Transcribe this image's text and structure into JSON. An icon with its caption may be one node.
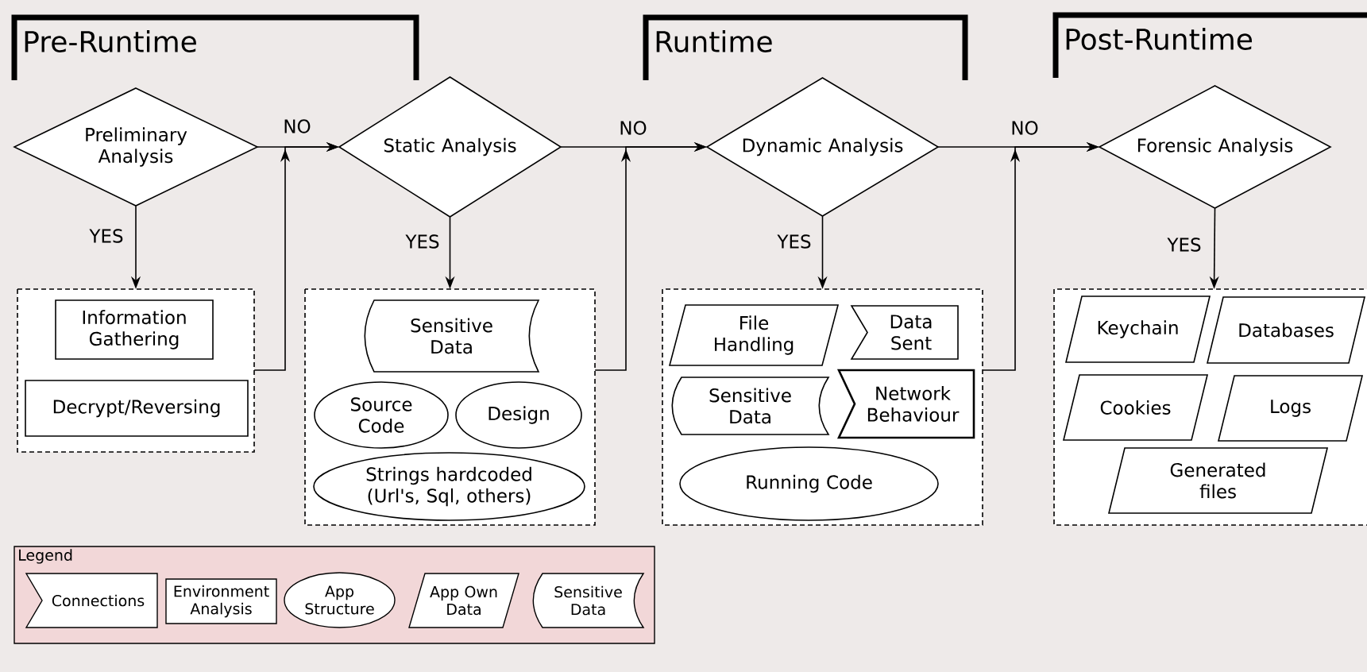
{
  "diagram": {
    "nodes": [
      {
        "text": [
          "Preliminary Analysis"
        ]
      },
      {
        "text": [],
        "shape": "box"
      },
      {
        "text": [
          "Information Gathering"
        ],
        "in": 1
      },
      {
        "text": [
          "Decrypt/Reversing"
        ],
        "in": 1
      },
      {
        "text": [
          "Static Analysis"
        ]
      },
      {
        "text": [],
        "shape": "box"
      },
      {
        "text": [
          "Sensitive Data"
        ],
        "in": 5
      },
      {
        "text": [
          "Source Code"
        ],
        "in": 5
      },
      {
        "text": [
          "Design"
        ],
        "in": 5
      },
      {
        "text": [
          "Strings hardcoded (Url's, Sql, others)"
        ],
        "in": 5
      },
      {
        "text": [
          "Dynamic Analysis"
        ]
      },
      {
        "text": [],
        "shape": "box"
      },
      {
        "text": [
          "File Handling"
        ],
        "in": 11
      },
      {
        "text": [
          "Data Sent"
        ],
        "in": 11
      },
      {
        "text": [
          "Sensitive Data"
        ],
        "in": 11
      },
      {
        "text": [
          "Network Behaviour"
        ],
        "in": 11
      },
      {
        "text": [
          "Running Code"
        ],
        "in": 11
      },
      {
        "text": [
          "Forensic Analysis"
        ]
      },
      {
        "text": [],
        "shape": "box"
      },
      {
        "text": [
          "Keychain"
        ],
        "in": 18
      },
      {
        "text": [
          "Databases"
        ],
        "in": 18
      },
      {
        "text": [
          "Cookies"
        ],
        "in": 18
      },
      {
        "text": [
          "Logs"
        ],
        "in": 18
      },
      {
        "text": [
          "Generated files"
        ],
        "in": 18
      }
    ],
    "edges": [
      {
        "from": 0,
        "to": 4,
        "arrow": "to",
        "label": "NO"
      },
      {
        "from": 1,
        "to": 4,
        "arrow": "to"
      },
      {
        "from": 0,
        "to": 1,
        "arrow": "to",
        "label": "YES"
      },
      {
        "from": 4,
        "to": 10,
        "arrow": "to",
        "label": "NO"
      },
      {
        "from": 5,
        "to": 10,
        "arrow": "to"
      },
      {
        "from": 4,
        "to": 5,
        "arrow": "to",
        "label": "YES"
      },
      {
        "from": 10,
        "to": 17,
        "arrow": "to",
        "label": "NO"
      },
      {
        "from": 11,
        "to": 17,
        "arrow": "to"
      },
      {
        "from": 10,
        "to": 11,
        "arrow": "to",
        "label": "YES"
      },
      {
        "from": 17,
        "to": 18,
        "arrow": "to",
        "label": "YES"
      }
    ],
    "labels": [
      "Pre-Runtime",
      "Runtime",
      "Post-Runtime",
      "Legend"
    ],
    "legend": [
      {
        "text": "Connections"
      },
      {
        "text": "Environment Analysis"
      },
      {
        "text": "App Structure"
      },
      {
        "text": "App Own Data"
      },
      {
        "text": "Sensitive Data"
      }
    ]
  }
}
